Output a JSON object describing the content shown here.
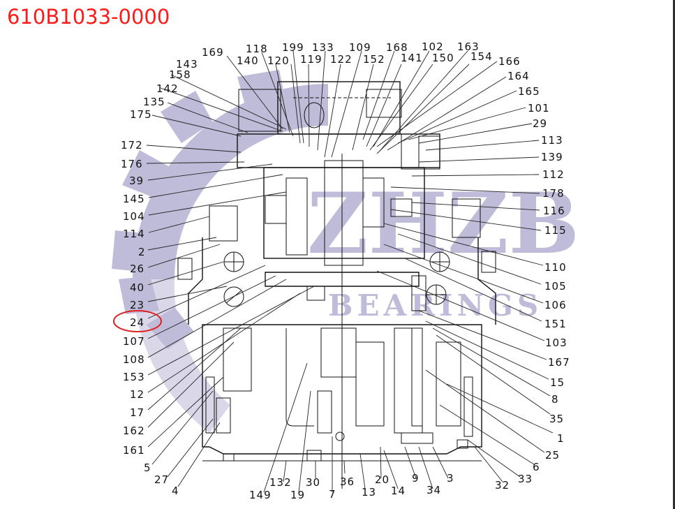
{
  "title": "610B1033-0000",
  "watermark": {
    "brand": "ZHZB",
    "subtitle": "BEARINGS",
    "color": "#b5b1d3"
  },
  "highlight": {
    "label": "24",
    "color": "#e02020"
  },
  "labels": {
    "top": [
      "169",
      "118",
      "199",
      "133",
      "109",
      "168",
      "102",
      "163",
      "143",
      "140",
      "120",
      "119",
      "122",
      "152",
      "141",
      "150",
      "154"
    ],
    "left": [
      "158",
      "142",
      "135",
      "175",
      "172",
      "176",
      "39",
      "145",
      "104",
      "114",
      "2",
      "26",
      "40",
      "23",
      "24",
      "107",
      "108",
      "153",
      "12",
      "17",
      "162",
      "161",
      "5",
      "27",
      "4"
    ],
    "right": [
      "166",
      "164",
      "165",
      "101",
      "29",
      "113",
      "139",
      "112",
      "178",
      "116",
      "115",
      "110",
      "105",
      "106",
      "151",
      "103",
      "167",
      "15",
      "8",
      "35",
      "1",
      "25",
      "6",
      "33",
      "32"
    ],
    "bottom": [
      "149",
      "132",
      "19",
      "30",
      "7",
      "36",
      "13",
      "20",
      "14",
      "9",
      "34",
      "3"
    ]
  }
}
